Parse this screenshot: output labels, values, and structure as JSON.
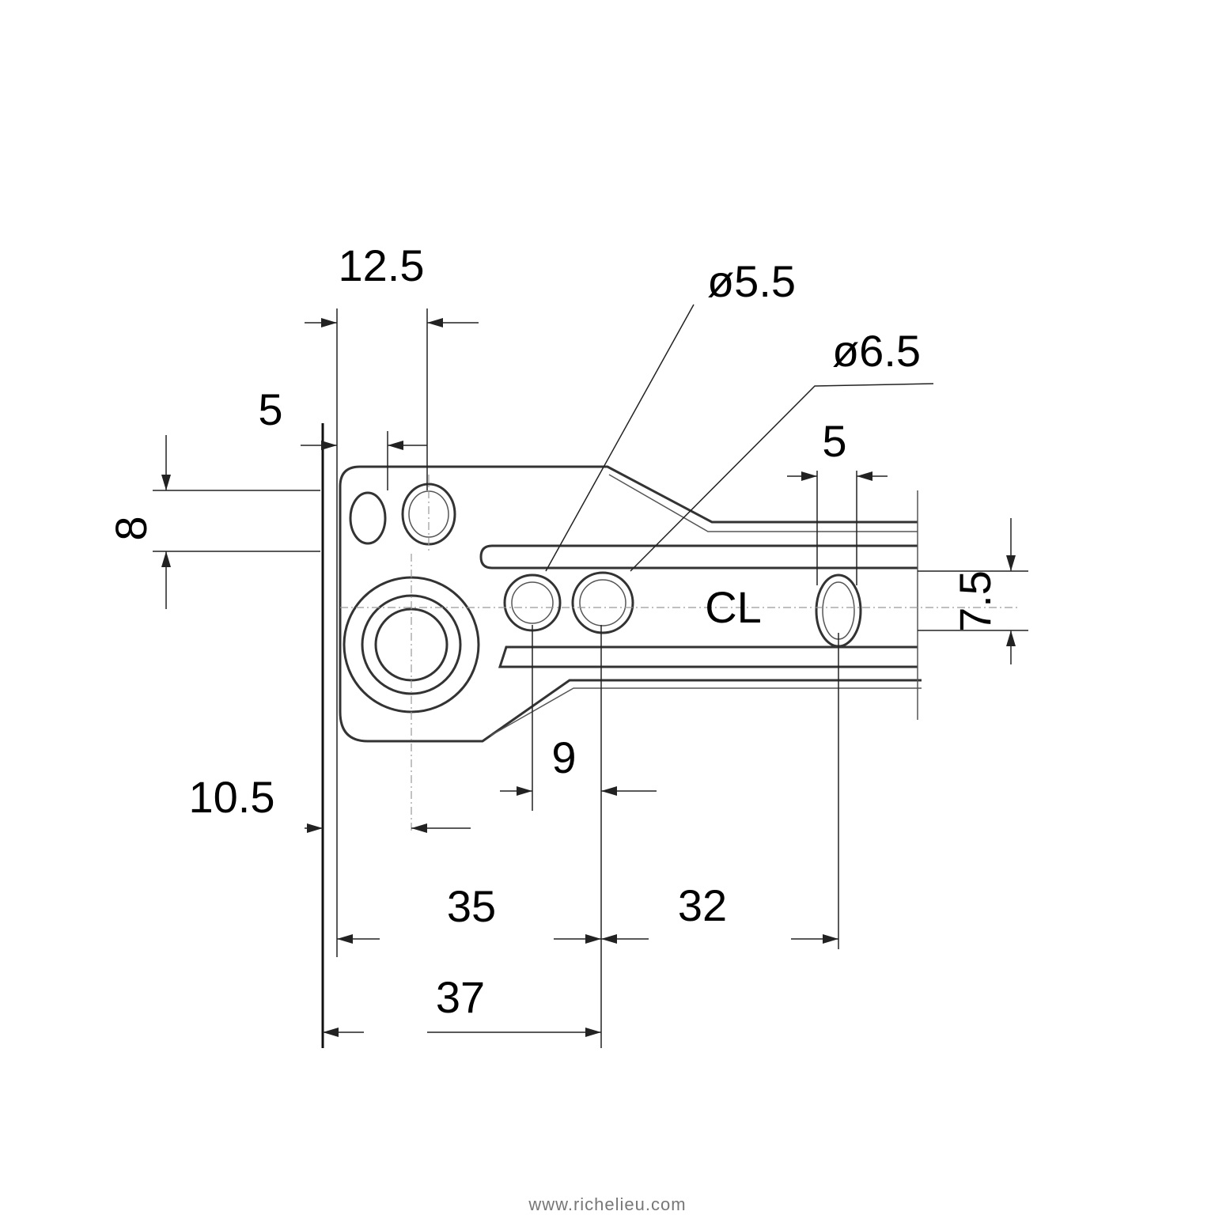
{
  "drawing": {
    "dimensions": {
      "top_width": "12.5",
      "hole_small_diameter": "ø5.5",
      "hole_large_diameter": "ø6.5",
      "left_offset": "5",
      "right_slot_width": "5",
      "left_height": "8",
      "right_height": "7.5",
      "centerline": "CL",
      "hole_spacing": "9",
      "main_hole_offset": "10.5",
      "span_35": "35",
      "span_32": "32",
      "span_37": "37"
    },
    "footer": "www.richelieu.com"
  }
}
